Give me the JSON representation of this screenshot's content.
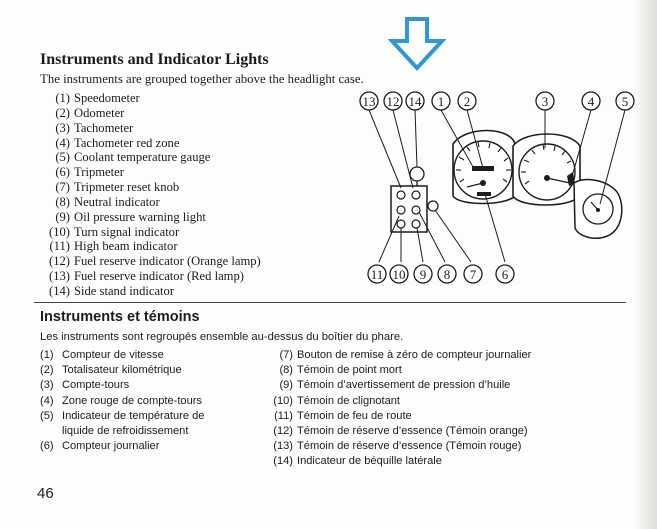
{
  "english": {
    "heading": "Instruments and Indicator Lights",
    "intro": "The instruments are grouped together above the headlight case.",
    "items": [
      {
        "num": "(1)",
        "text": "Speedometer"
      },
      {
        "num": "(2)",
        "text": "Odometer"
      },
      {
        "num": "(3)",
        "text": "Tachometer"
      },
      {
        "num": "(4)",
        "text": "Tachometer red zone"
      },
      {
        "num": "(5)",
        "text": "Coolant temperature gauge"
      },
      {
        "num": "(6)",
        "text": "Tripmeter"
      },
      {
        "num": "(7)",
        "text": "Tripmeter reset knob"
      },
      {
        "num": "(8)",
        "text": "Neutral indicator"
      },
      {
        "num": "(9)",
        "text": "Oil pressure warning light"
      },
      {
        "num": "(10)",
        "text": "Turn signal indicator"
      },
      {
        "num": "(11)",
        "text": "High beam indicator"
      },
      {
        "num": "(12)",
        "text": "Fuel reserve indicator (Orange lamp)"
      },
      {
        "num": "(13)",
        "text": "Fuel reserve indicator (Red lamp)"
      },
      {
        "num": "(14)",
        "text": "Side stand indicator"
      }
    ]
  },
  "french": {
    "heading": "Instruments et témoins",
    "intro": "Les instruments sont regroupés ensemble au-dessus du boîtier du phare.",
    "left_items": [
      {
        "num": "(1)",
        "text": "Compteur de vitesse"
      },
      {
        "num": "(2)",
        "text": "Totalisateur kilométrique"
      },
      {
        "num": "(3)",
        "text": "Compte-tours"
      },
      {
        "num": "(4)",
        "text": "Zone rouge de compte-tours"
      },
      {
        "num": "(5)",
        "text": "Indicateur de température de"
      },
      {
        "num": "",
        "text": "liquide de refroidissement"
      },
      {
        "num": "(6)",
        "text": "Compteur journalier"
      }
    ],
    "right_items": [
      {
        "num": "(7)",
        "text": "Bouton de remise à zéro de compteur journalier"
      },
      {
        "num": "(8)",
        "text": "Témoin de point mort"
      },
      {
        "num": "(9)",
        "text": "Témoin d’avertissement de pression d’huile"
      },
      {
        "num": "(10)",
        "text": "Témoin de clignotant"
      },
      {
        "num": "(11)",
        "text": "Témoin de feu de route"
      },
      {
        "num": "(12)",
        "text": "Témoin de réserve d’essence (Témoin orange)"
      },
      {
        "num": "(13)",
        "text": "Témoin de réserve d’essence (Témoin rouge)"
      },
      {
        "num": "(14)",
        "text": "Indicateur de béquille latérale"
      }
    ]
  },
  "diagram": {
    "top_callouts": [
      "13",
      "12",
      "14",
      "1",
      "2",
      "3",
      "4",
      "5"
    ],
    "bottom_callouts": [
      "11",
      "10",
      "9",
      "8",
      "7",
      "6"
    ]
  },
  "page_number": "46",
  "colors": {
    "arrow": "#2f97d4",
    "text": "#1c1c1c"
  }
}
